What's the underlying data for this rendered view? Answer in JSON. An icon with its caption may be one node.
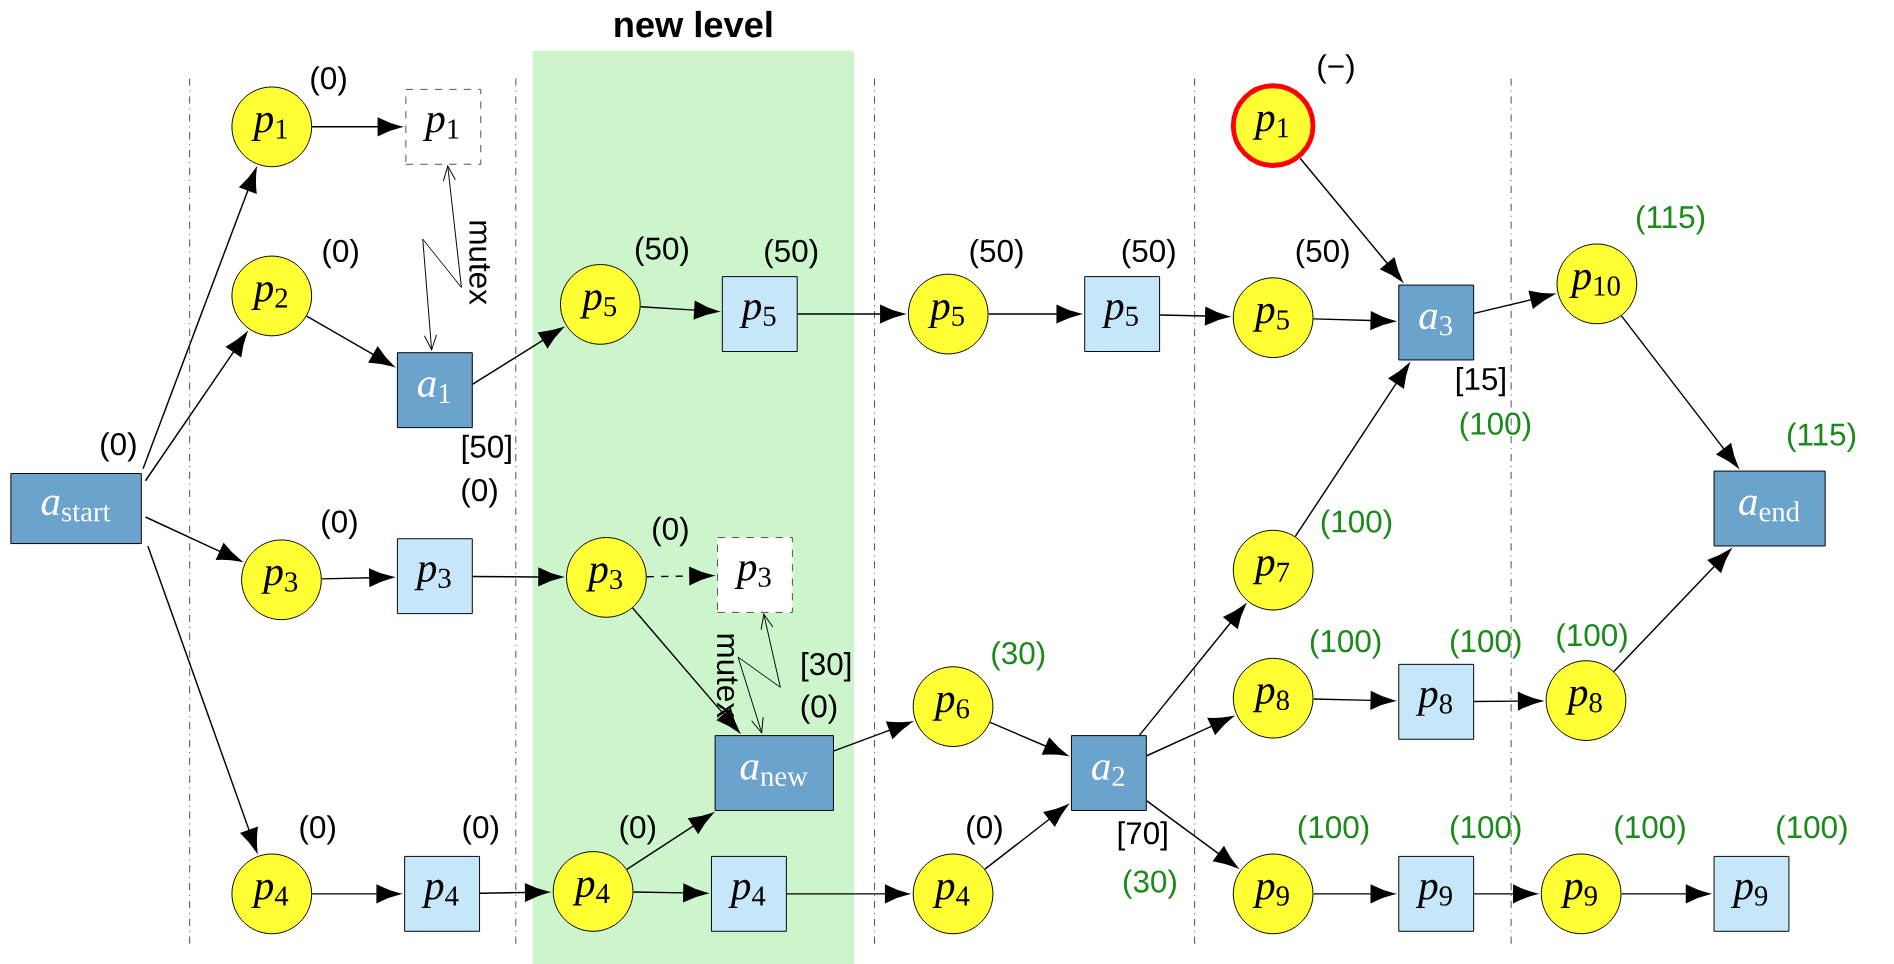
{
  "diagram": {
    "title": "new level",
    "nodes": [
      {
        "text": [
          "*a*$_{start}$"
        ],
        "beside": [
          "(0)"
        ]
      },
      {
        "text": [
          "*p*$_{1}$"
        ],
        "beside": [
          "(0)"
        ]
      },
      {
        "text": [
          "*p*$_{2}$"
        ],
        "beside": [
          "(0)"
        ]
      },
      {
        "text": [
          "*p*$_{3}$"
        ],
        "beside": [
          "(0)"
        ]
      },
      {
        "text": [
          "*p*$_{4}$"
        ],
        "beside": [
          "(0)"
        ]
      },
      {
        "text": [
          "*p*$_{1}$"
        ]
      },
      {
        "text": [
          "*a*$_{1}$"
        ],
        "beside": [
          "[50]",
          "(0)"
        ]
      },
      {
        "text": [
          "*p*$_{3}$"
        ]
      },
      {
        "text": [
          "*p*$_{4}$"
        ],
        "beside": [
          "(0)"
        ]
      },
      {
        "text": [
          "*p*$_{5}$"
        ],
        "beside": [
          "(50)"
        ]
      },
      {
        "text": [
          "*p*$_{3}$"
        ],
        "beside": [
          "(0)"
        ]
      },
      {
        "text": [
          "*p*$_{4}$"
        ],
        "beside": [
          "(0)"
        ]
      },
      {
        "text": [
          "*p*$_{5}$"
        ],
        "beside": [
          "(50)"
        ]
      },
      {
        "text": [
          "*p*$_{3}$"
        ]
      },
      {
        "text": [
          "*a*$_{new}$"
        ],
        "beside": [
          "[30]",
          "(0)"
        ]
      },
      {
        "text": [
          "*p*$_{4}$"
        ]
      },
      {
        "text": [
          "*p*$_{5}$"
        ],
        "beside": [
          "(50)"
        ]
      },
      {
        "text": [
          "*p*$_{6}$"
        ],
        "beside": [
          "(30)"
        ]
      },
      {
        "text": [
          "*p*$_{4}$"
        ],
        "beside": [
          "(0)"
        ]
      },
      {
        "text": [
          "*p*$_{5}$"
        ],
        "beside": [
          "(50)"
        ]
      },
      {
        "text": [
          "*a*$_{2}$"
        ],
        "beside": [
          "[70]",
          "(30)"
        ]
      },
      {
        "text": [
          "*p*$_{1}$"
        ],
        "beside": [
          "(−)"
        ]
      },
      {
        "text": [
          "*p*$_{5}$"
        ],
        "beside": [
          "(50)"
        ]
      },
      {
        "text": [
          "*p*$_{7}$"
        ],
        "beside": [
          "(100)"
        ]
      },
      {
        "text": [
          "*p*$_{8}$"
        ],
        "beside": [
          "(100)"
        ]
      },
      {
        "text": [
          "*p*$_{9}$"
        ],
        "beside": [
          "(100)"
        ]
      },
      {
        "text": [
          "*a*$_{3}$"
        ],
        "beside": [
          "[15]",
          "(100)"
        ]
      },
      {
        "text": [
          "*p*$_{8}$"
        ],
        "beside": [
          "(100)"
        ]
      },
      {
        "text": [
          "*p*$_{9}$"
        ],
        "beside": [
          "(100)"
        ]
      },
      {
        "text": [
          "*p*$_{10}$"
        ],
        "beside": [
          "(115)"
        ]
      },
      {
        "text": [
          "*p*$_{8}$"
        ],
        "beside": [
          "(100)"
        ]
      },
      {
        "text": [
          "*p*$_{9}$"
        ],
        "beside": [
          "(100)"
        ]
      },
      {
        "text": [
          "*a*$_{end}$"
        ],
        "beside": [
          "(115)"
        ]
      },
      {
        "text": [
          "*p*$_{9}$"
        ],
        "beside": [
          "(100)"
        ]
      }
    ],
    "edges": [
      {
        "from": 0,
        "to": 1,
        "arrow": "to"
      },
      {
        "from": 0,
        "to": 2,
        "arrow": "to"
      },
      {
        "from": 0,
        "to": 3,
        "arrow": "to"
      },
      {
        "from": 0,
        "to": 4,
        "arrow": "to"
      },
      {
        "from": 1,
        "to": 5,
        "arrow": "to"
      },
      {
        "from": 5,
        "to": 6,
        "arrow": "both",
        "label": "mutex"
      },
      {
        "from": 2,
        "to": 6,
        "arrow": "to"
      },
      {
        "from": 6,
        "to": 9,
        "arrow": "to"
      },
      {
        "from": 3,
        "to": 7,
        "arrow": "to"
      },
      {
        "from": 7,
        "to": 10,
        "arrow": "to"
      },
      {
        "from": 4,
        "to": 8,
        "arrow": "to"
      },
      {
        "from": 8,
        "to": 11,
        "arrow": "to"
      },
      {
        "from": 9,
        "to": 12,
        "arrow": "to"
      },
      {
        "from": 10,
        "to": 13,
        "arrow": "to",
        "style": "dashed"
      },
      {
        "from": 10,
        "to": 14,
        "arrow": "to"
      },
      {
        "from": 13,
        "to": 14,
        "arrow": "both",
        "label": "mutex"
      },
      {
        "from": 11,
        "to": 14,
        "arrow": "to"
      },
      {
        "from": 11,
        "to": 15,
        "arrow": "to"
      },
      {
        "from": 12,
        "to": 16,
        "arrow": "to"
      },
      {
        "from": 14,
        "to": 17,
        "arrow": "to"
      },
      {
        "from": 15,
        "to": 18,
        "arrow": "to"
      },
      {
        "from": 16,
        "to": 19,
        "arrow": "to"
      },
      {
        "from": 17,
        "to": 20,
        "arrow": "to"
      },
      {
        "from": 18,
        "to": 20,
        "arrow": "to"
      },
      {
        "from": 19,
        "to": 22,
        "arrow": "to"
      },
      {
        "from": 20,
        "to": 23,
        "arrow": "to"
      },
      {
        "from": 20,
        "to": 24,
        "arrow": "to"
      },
      {
        "from": 20,
        "to": 25,
        "arrow": "to"
      },
      {
        "from": 21,
        "to": 26,
        "arrow": "to"
      },
      {
        "from": 22,
        "to": 26,
        "arrow": "to"
      },
      {
        "from": 23,
        "to": 26,
        "arrow": "to"
      },
      {
        "from": 26,
        "to": 29,
        "arrow": "to"
      },
      {
        "from": 24,
        "to": 27,
        "arrow": "to"
      },
      {
        "from": 27,
        "to": 30,
        "arrow": "to"
      },
      {
        "from": 25,
        "to": 28,
        "arrow": "to"
      },
      {
        "from": 28,
        "to": 31,
        "arrow": "to"
      },
      {
        "from": 31,
        "to": 33,
        "arrow": "to"
      },
      {
        "from": 29,
        "to": 32,
        "arrow": "to"
      },
      {
        "from": 30,
        "to": 32,
        "arrow": "to"
      }
    ]
  }
}
